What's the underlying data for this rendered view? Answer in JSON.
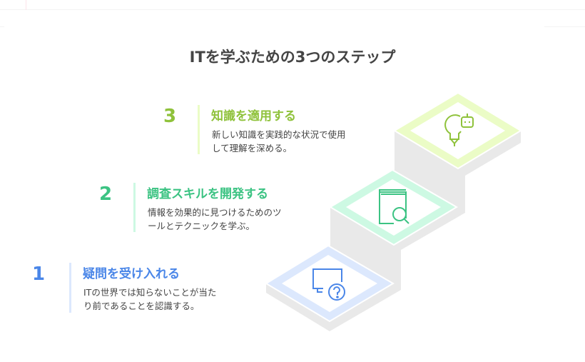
{
  "title": "ITを学ぶための3つのステップ",
  "steps": [
    {
      "number": "1",
      "heading": "疑問を受け入れる",
      "desc1": "ITの世界では知らないことが当た",
      "desc2": "り前であることを認識する。",
      "color": "#4a86e8",
      "tint": "#dce8fd",
      "icon": "monitor-question-icon"
    },
    {
      "number": "2",
      "heading": "調査スキルを開発する",
      "desc1": "情報を効果的に見つけるためのツ",
      "desc2": "ールとテクニックを学ぶ。",
      "color": "#3cc383",
      "tint": "#cdf9e3",
      "icon": "book-search-icon"
    },
    {
      "number": "3",
      "heading": "知識を適用する",
      "desc1": "新しい知識を実践的な状況で使用",
      "desc2": "して理解を深める。",
      "color": "#8fc23b",
      "tint": "#ebfcc6",
      "icon": "lightbulb-robot-icon"
    }
  ]
}
